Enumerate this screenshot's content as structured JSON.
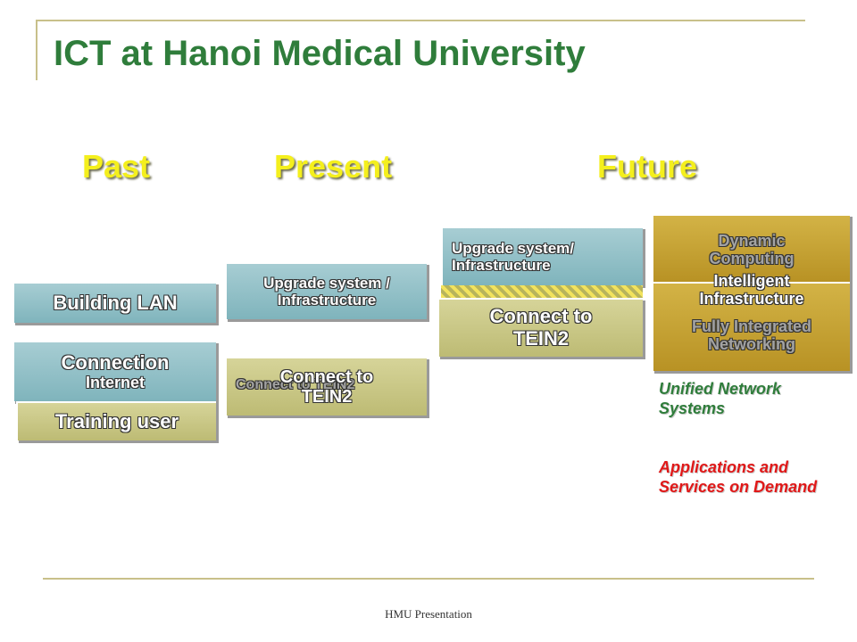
{
  "title": "ICT at Hanoi Medical University",
  "columns": {
    "past": "Past",
    "present": "Present",
    "future": "Future"
  },
  "past": {
    "building_lan": "Building LAN",
    "connection": "Connection",
    "internet": "Internet",
    "training_user": "Training user"
  },
  "present": {
    "upgrade": "Upgrade system / Infrastructure",
    "connect_tein2": "Connect to TEIN2",
    "connect_tein2_ghost": "Connect to TEIN2"
  },
  "future": {
    "upgrade": "Upgrade system/ Infrastructure",
    "connect_tein2": "Connect to TEIN2",
    "dynamic_computing": "Dynamic Computing",
    "intelligent_infrastructure": "Intelligent Infrastructure",
    "fully_integrated_networking": "Fully Integrated Networking"
  },
  "notes": {
    "unified": "Unified Network Systems",
    "applications": "Applications and Services on Demand"
  },
  "footer": "HMU Presentation",
  "colors": {
    "title": "#2f7d3b",
    "heading": "#f4ef1d",
    "teal_box": "#8fbfc6",
    "olive_box": "#c9c784",
    "gold_box": "#c6a233",
    "note_green": "#2f7d3b",
    "note_red": "#e01818"
  }
}
